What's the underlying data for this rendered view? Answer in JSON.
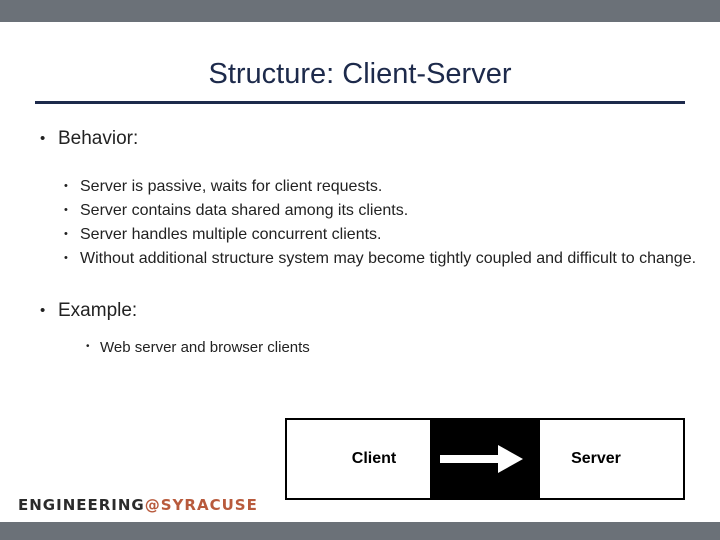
{
  "slide": {
    "title": "Structure: Client-Server",
    "bullets": {
      "behavior_heading": "Behavior:",
      "behavior_items": [
        "Server is passive, waits for client requests.",
        "Server contains data shared among its clients.",
        "Server handles multiple concurrent clients.",
        "Without additional structure system may become tightly coupled and difficult to change."
      ],
      "example_heading": "Example:",
      "example_items": [
        "Web server and browser clients"
      ]
    },
    "diagram": {
      "client_label": "Client",
      "server_label": "Server",
      "arrow": "arrow-right"
    },
    "footer": {
      "logo_part1": "ENGINEERING",
      "logo_at": "@",
      "logo_part2": "SYRACUSE"
    },
    "colors": {
      "bar": "#6b7178",
      "title": "#1d2a4b",
      "accent": "#b85a3c"
    }
  }
}
